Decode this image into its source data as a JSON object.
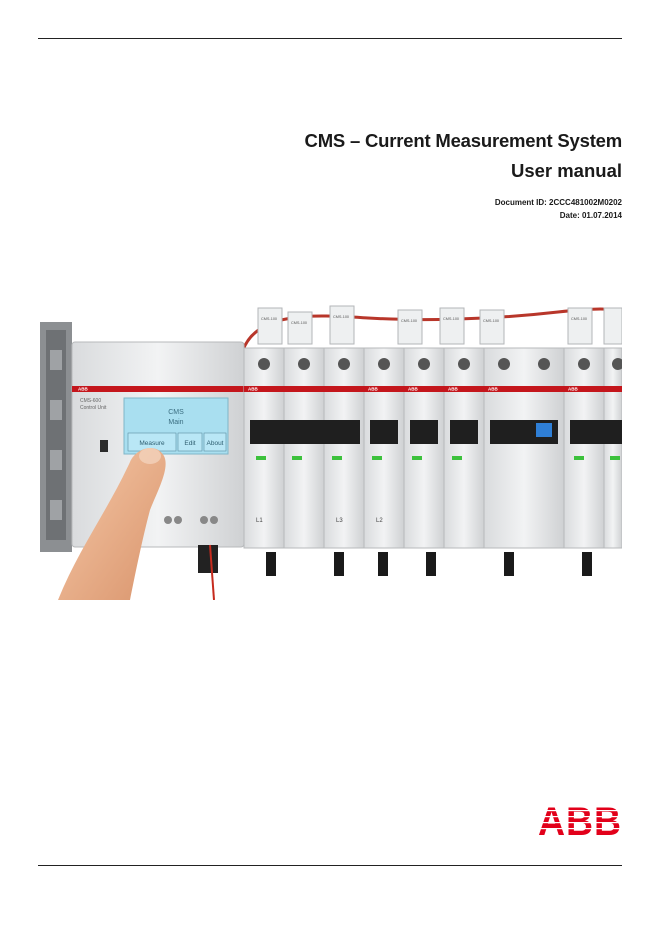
{
  "document": {
    "title": "CMS – Current Measurement System",
    "subtitle": "User manual",
    "document_id": "Document ID: 2CCC481002M0202",
    "date": "Date: 01.07.2014"
  },
  "photo": {
    "device_model": "CMS-600",
    "device_label": "Control Unit",
    "screen_line1": "CMS",
    "screen_line2": "Main",
    "buttons": [
      "Measure",
      "Edit",
      "About"
    ],
    "breaker_brand": "ABB",
    "sensor_label": "CMS-100",
    "breaker_labels": [
      "L1",
      "L2",
      "L3"
    ]
  },
  "brand": {
    "logo_text": "ABB",
    "color": "#e2001a"
  }
}
